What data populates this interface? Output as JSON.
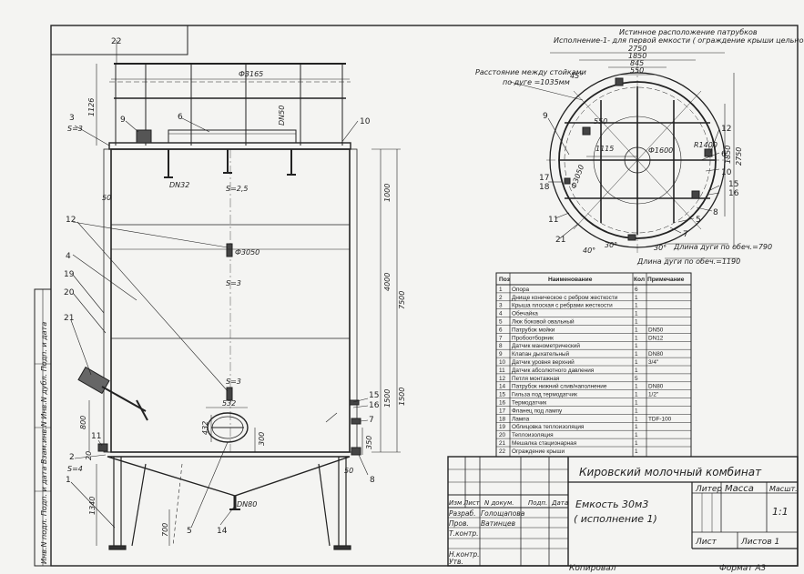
{
  "sheet": {
    "format": "Формат  А3",
    "copied": "Копировал",
    "side_stamp": "Инв.N подл.  Подп. и дата  Взам.инв.N  Инв.N дубл.  Подп. и дата"
  },
  "main_view": {
    "pos_labels": [
      "22",
      "3",
      "S=3",
      "9",
      "6",
      "10",
      "12",
      "4",
      "19",
      "20",
      "21",
      "11",
      "2",
      "S=4",
      "1",
      "5",
      "14",
      "15",
      "16",
      "7",
      "8"
    ],
    "dims": {
      "d_top": "Ф3165",
      "dn50_top": "DN50",
      "h_rail": "1126",
      "dn32": "DN32",
      "s25": "S=2,5",
      "s3a": "S=3",
      "s3b": "S=3",
      "d3050": "Ф3050",
      "w50": "50",
      "h1000": "1000",
      "h4000": "4000",
      "h1500a": "1500",
      "h1500b": "1500",
      "h7500": "7500",
      "w532": "532",
      "h432": "432",
      "h300": "300",
      "h800": "800",
      "h20": "20",
      "h350": "350",
      "w50b": "50",
      "h1340": "1340",
      "dn80": "DN80",
      "h700": "700"
    }
  },
  "top_view": {
    "title1": "Истинное расположение патрубков",
    "title2": "Исполнение-1- для первой емкости ( ограждение крыши цельное)",
    "note_left1": "Расстояние между стойками",
    "note_left2": "по дуге =1035мм",
    "dims": {
      "w2750": "2750",
      "w1850": "1850",
      "w845": "845",
      "w550": "550",
      "r550": "550",
      "w1115": "1115",
      "d1600": "Ф1600",
      "r1400": "R1400",
      "h1850": "1850",
      "h2750": "2750",
      "d3050": "Ф3050",
      "a40": "40°",
      "a30a": "30°",
      "a30b": "30°",
      "a45": "45°"
    },
    "pos_labels": [
      "9",
      "12",
      "6",
      "10",
      "15",
      "16",
      "8",
      "17",
      "18",
      "11",
      "21",
      "5",
      "7"
    ],
    "arc1": "Длина дуги по обеч.=790",
    "arc2": "Длина дуги по обеч.=1190"
  },
  "bom": {
    "headers": [
      "Поз",
      "Наименование",
      "Кол",
      "Примечание"
    ],
    "rows": [
      [
        "1",
        "Опора",
        "6",
        ""
      ],
      [
        "2",
        "Днище коническое с ребром жесткости",
        "1",
        ""
      ],
      [
        "3",
        "Крыша плоская с ребрами жесткости",
        "1",
        ""
      ],
      [
        "4",
        "Обечайка",
        "1",
        ""
      ],
      [
        "5",
        "Люк боковой овальный",
        "1",
        ""
      ],
      [
        "6",
        "Патрубок мойки",
        "1",
        "DN50"
      ],
      [
        "7",
        "Пробоотборник",
        "1",
        "DN12"
      ],
      [
        "8",
        "Датчик манометрический",
        "1",
        ""
      ],
      [
        "9",
        "Клапан дыхательный",
        "1",
        "DN80"
      ],
      [
        "10",
        "Датчик уровня верхний",
        "1",
        "3/4\""
      ],
      [
        "11",
        "Датчик абсолютного давления",
        "1",
        ""
      ],
      [
        "12",
        "Петля монтажная",
        "5",
        ""
      ],
      [
        "14",
        "Патрубок нижний слив/наполнение",
        "1",
        "DN80"
      ],
      [
        "15",
        "Гильза под термодатчик",
        "1",
        "1/2\""
      ],
      [
        "16",
        "Термодатчик",
        "1",
        ""
      ],
      [
        "17",
        "Фланец под лампу",
        "1",
        ""
      ],
      [
        "18",
        "Лампа",
        "1",
        "TDF-100"
      ],
      [
        "19",
        "Облицовка теплоизоляция",
        "1",
        ""
      ],
      [
        "20",
        "Теплоизоляция",
        "1",
        ""
      ],
      [
        "21",
        "Мешалка стационарная",
        "1",
        ""
      ],
      [
        "22",
        "Ограждение крыши",
        "1",
        ""
      ]
    ]
  },
  "title_block": {
    "company": "Кировский молочный комбинат",
    "name1": "Емкость 30м3",
    "name2": "( исполнение 1)",
    "col_izm": "Изм",
    "col_list": "Лист",
    "col_ndok": "N докум.",
    "col_podp": "Подп.",
    "col_data": "Дата",
    "razrab": "Разраб.",
    "razrab_name": "Голощапова",
    "prov": "Пров.",
    "prov_name": "Ватинцев",
    "tkontr": "Т.контр.",
    "nkontr": "Н.контр.",
    "utv": "Утв.",
    "liter": "Литер",
    "massa": "Масса",
    "masshtab": "Масшт.",
    "scale": "1:1",
    "sheet": "Лист",
    "sheets": "Листов 1"
  }
}
